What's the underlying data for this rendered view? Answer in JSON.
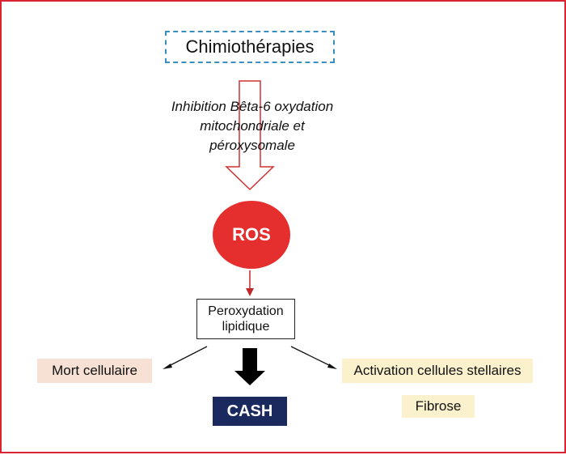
{
  "nodes": {
    "chemo": "Chimiothérapies",
    "mechanism": [
      "Inhibition Bêta-6 oxydation",
      "mitochondriale et",
      "péroxysomale"
    ],
    "ros": "ROS",
    "peroxydation": [
      "Peroxydation",
      "lipidique"
    ],
    "mort": "Mort cellulaire",
    "activation": "Activation cellules stellaires",
    "fibrose": "Fibrose",
    "cash": "CASH"
  },
  "colors": {
    "frame": "#d9232e",
    "dashed_border": "#3b8ec0",
    "ros_fill": "#e52f2f",
    "hollow_arrow": "#d03030",
    "mort_fill": "#f6e1d4",
    "activation_fill": "#fbf2cd",
    "cash_fill": "#1b2a5e"
  }
}
